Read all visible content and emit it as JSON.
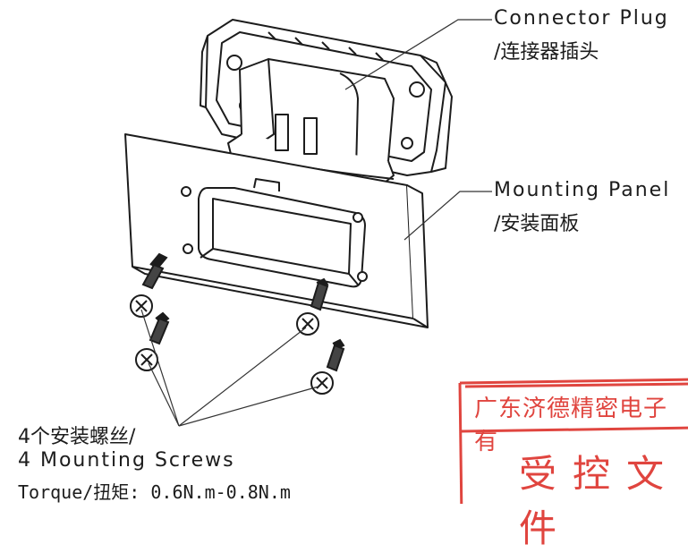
{
  "labels": {
    "connector_en": "Connector Plug",
    "connector_zh": "/连接器插头",
    "panel_en": "Mounting Panel",
    "panel_zh": "/安装面板",
    "screws_zh": "4个安装螺丝/",
    "screws_en": "4 Mounting Screws",
    "torque": "Torque/扭矩: 0.6N.m-0.8N.m"
  },
  "stamp": {
    "line1": "广东济德精密电子有",
    "line2": "受控文件",
    "color": "#e0453f"
  },
  "colors": {
    "ink": "#1c1c1c",
    "leader": "#333333"
  }
}
